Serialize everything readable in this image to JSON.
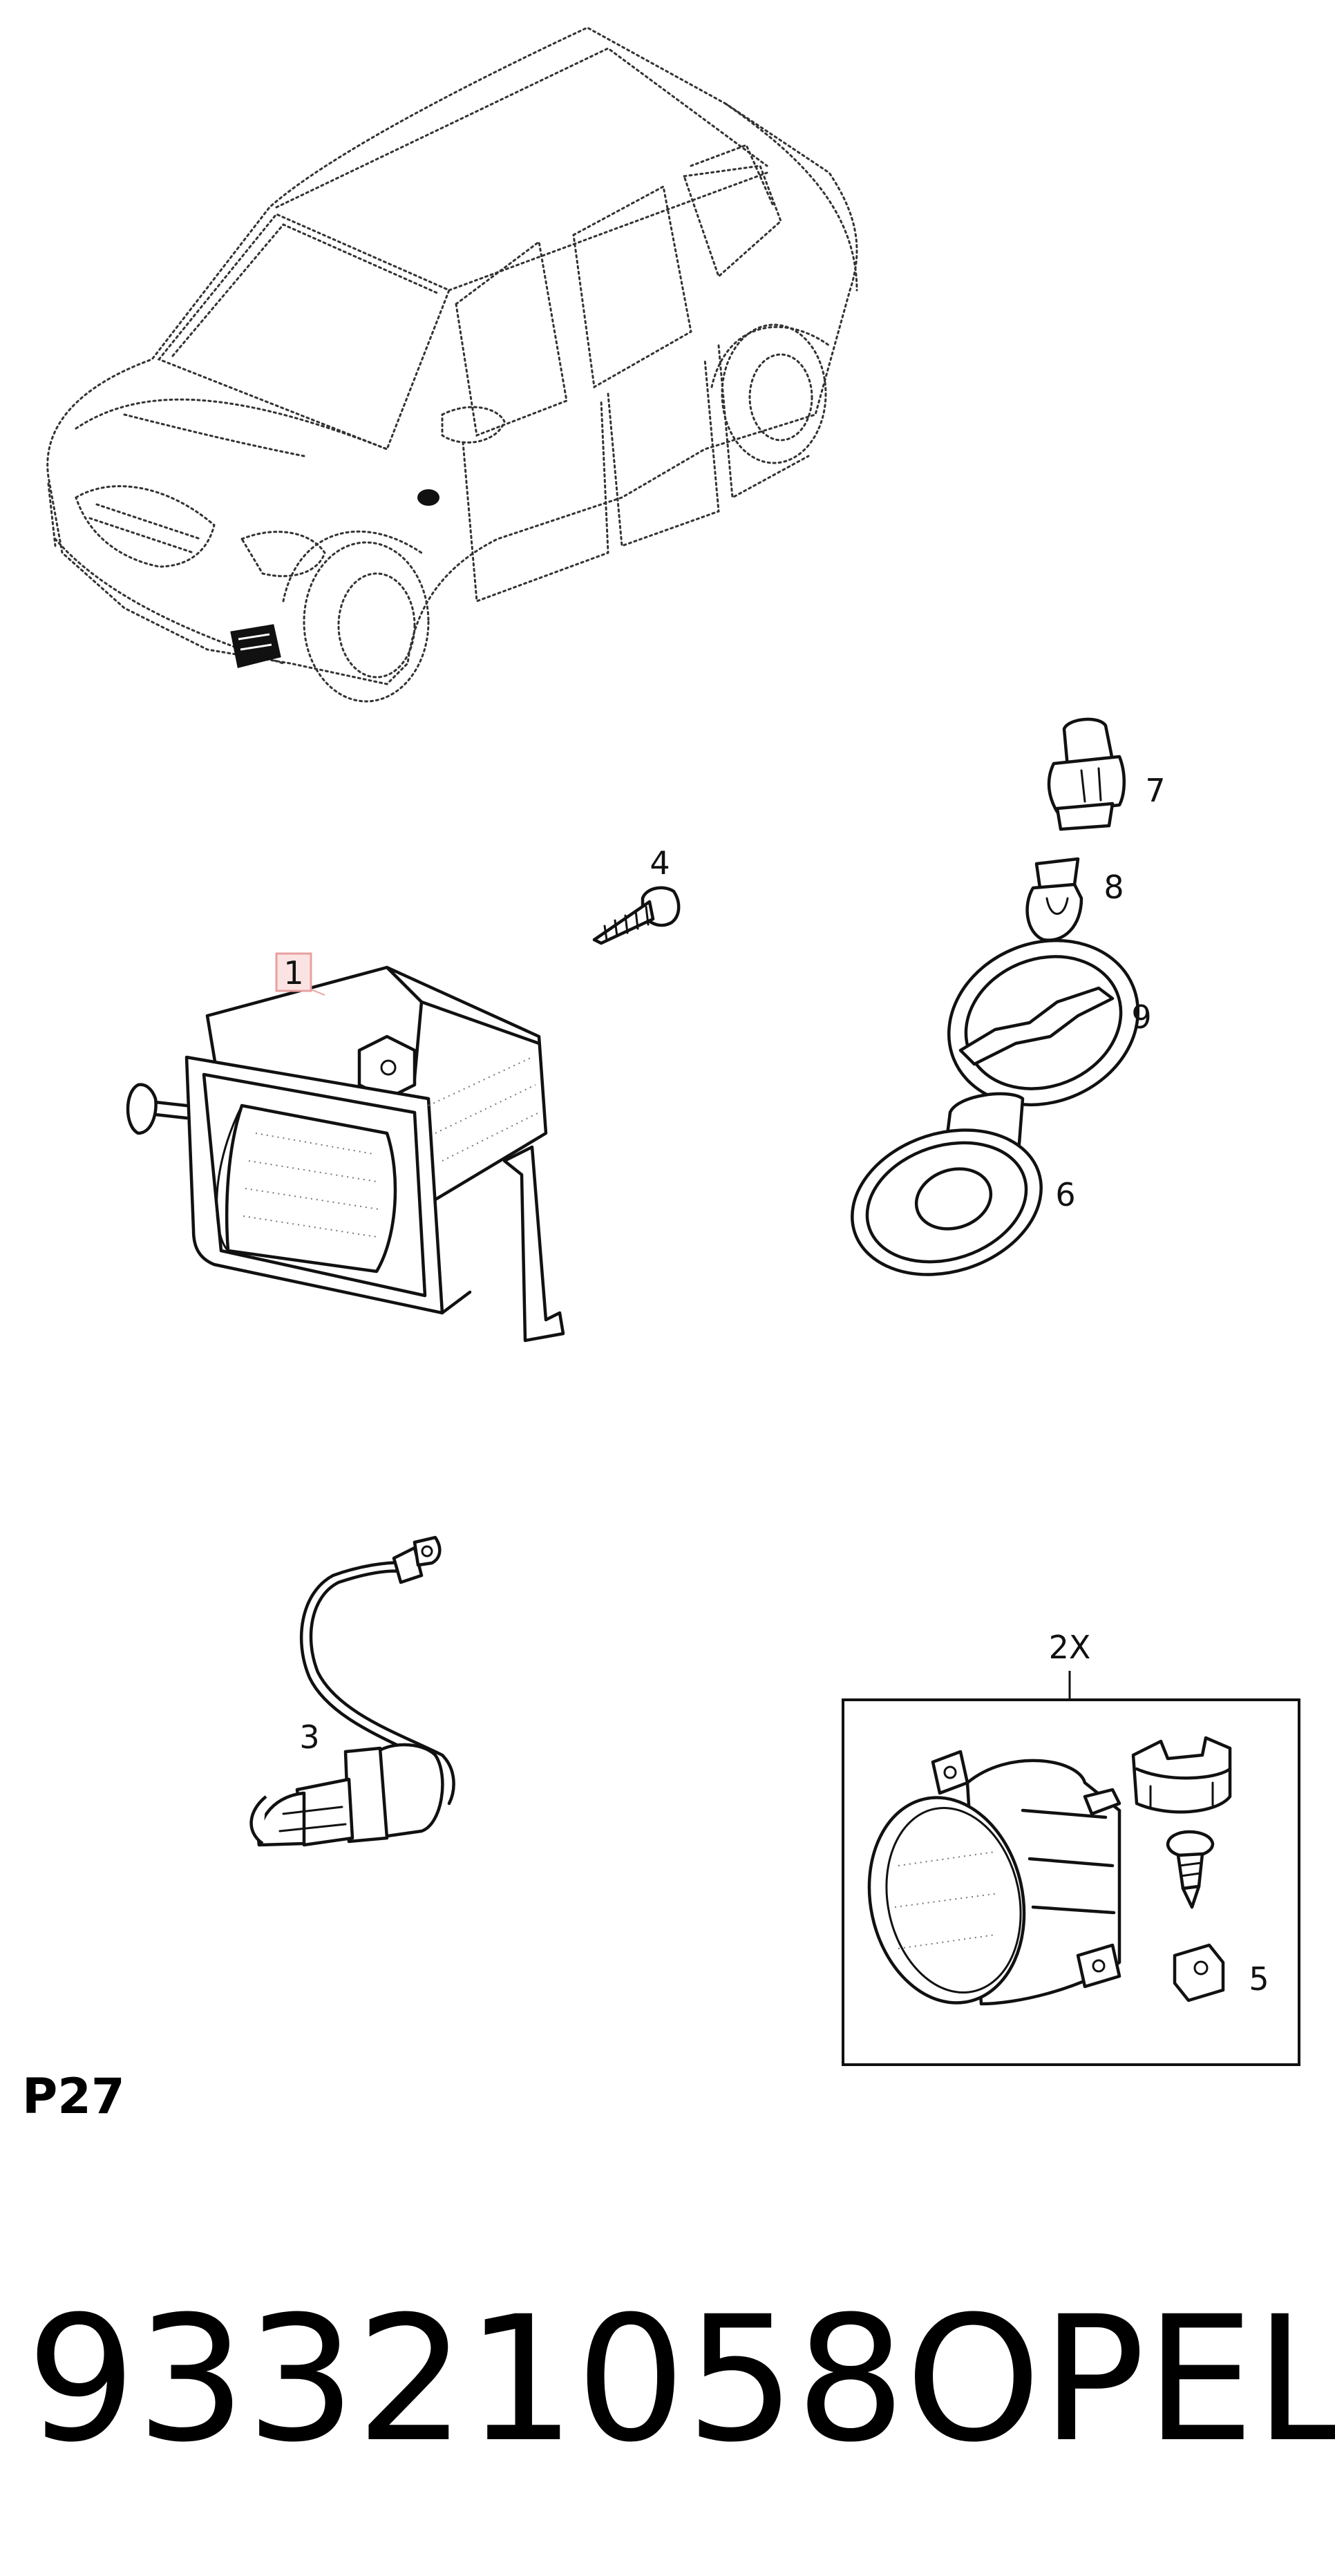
{
  "diagram": {
    "callouts": [
      {
        "id": "callout-1",
        "label": "1",
        "highlighted": true
      },
      {
        "id": "callout-2x",
        "label": "2X"
      },
      {
        "id": "callout-3",
        "label": "3"
      },
      {
        "id": "callout-4",
        "label": "4"
      },
      {
        "id": "callout-5",
        "label": "5"
      },
      {
        "id": "callout-6",
        "label": "6"
      },
      {
        "id": "callout-7",
        "label": "7"
      },
      {
        "id": "callout-8",
        "label": "8"
      },
      {
        "id": "callout-9",
        "label": "9"
      }
    ],
    "section_code": "P27",
    "highlight_color": "#e8a0a0",
    "highlight_fill": "#fbe3e3"
  },
  "footer": {
    "part_number": "93321058",
    "brand": "OPEL"
  }
}
